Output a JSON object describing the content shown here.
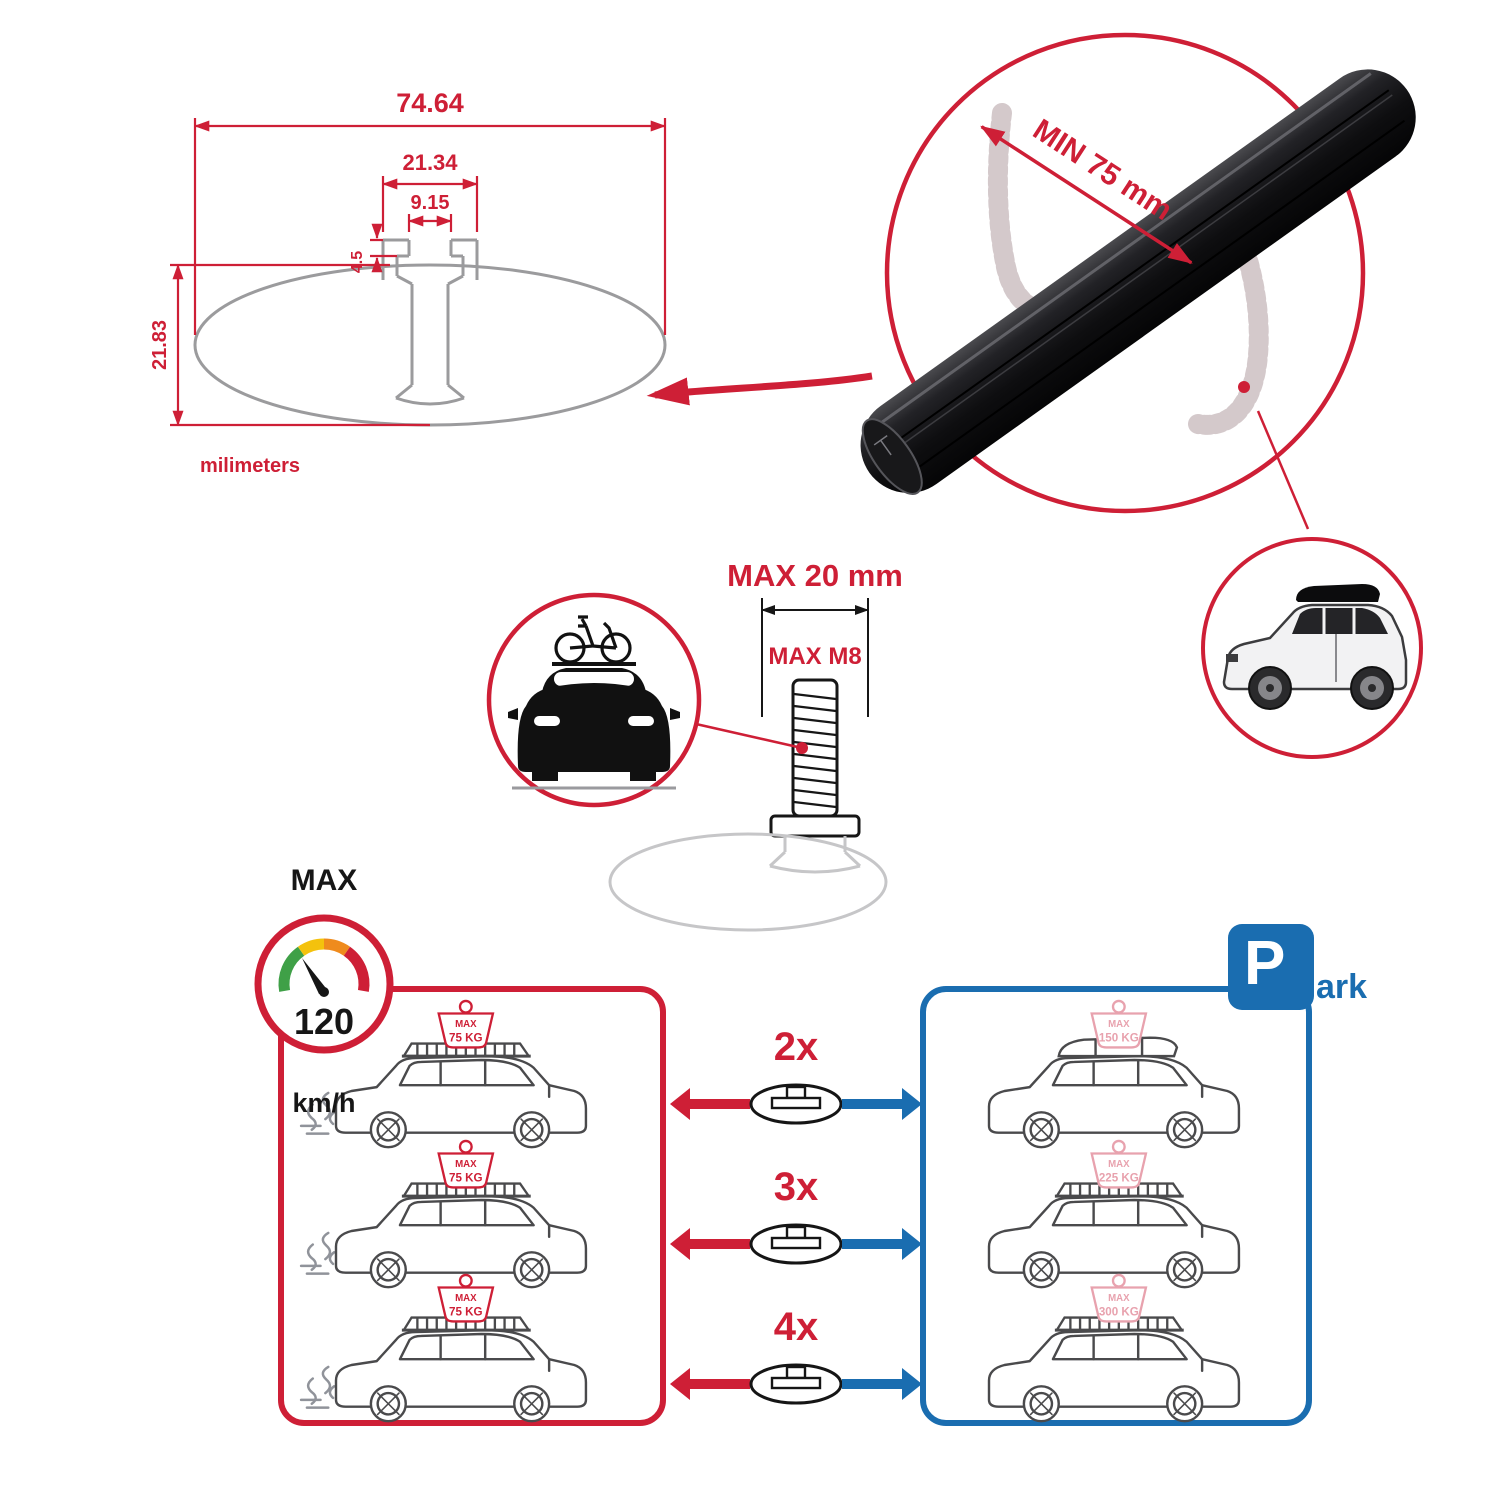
{
  "colors": {
    "red": "#CE1F36",
    "blue": "#1A6DB0",
    "dark": "#161616",
    "ghost": "#C9C4C6"
  },
  "cross_section": {
    "overall_width": "74.64",
    "channel_width": "21.34",
    "slot_width": "9.15",
    "lip_height": "4.5",
    "overall_height": "21.83",
    "unit_label": "milimeters"
  },
  "bar_view": {
    "min_span_label": "MIN 75 mm"
  },
  "bolt_view": {
    "max_width_label": "MAX 20 mm",
    "thread_label": "MAX M8"
  },
  "speed_limit": {
    "label": "MAX",
    "value": "120",
    "unit": "km/h"
  },
  "park_sign": {
    "letter": "P",
    "rest": "ark"
  },
  "comparison": {
    "tag_label": "MAX",
    "rows": [
      {
        "multiplier": "2x",
        "driving_load": "75 KG",
        "parked_load": "150 KG"
      },
      {
        "multiplier": "3x",
        "driving_load": "75 KG",
        "parked_load": "225 KG"
      },
      {
        "multiplier": "4x",
        "driving_load": "75 KG",
        "parked_load": "300 KG"
      }
    ]
  }
}
